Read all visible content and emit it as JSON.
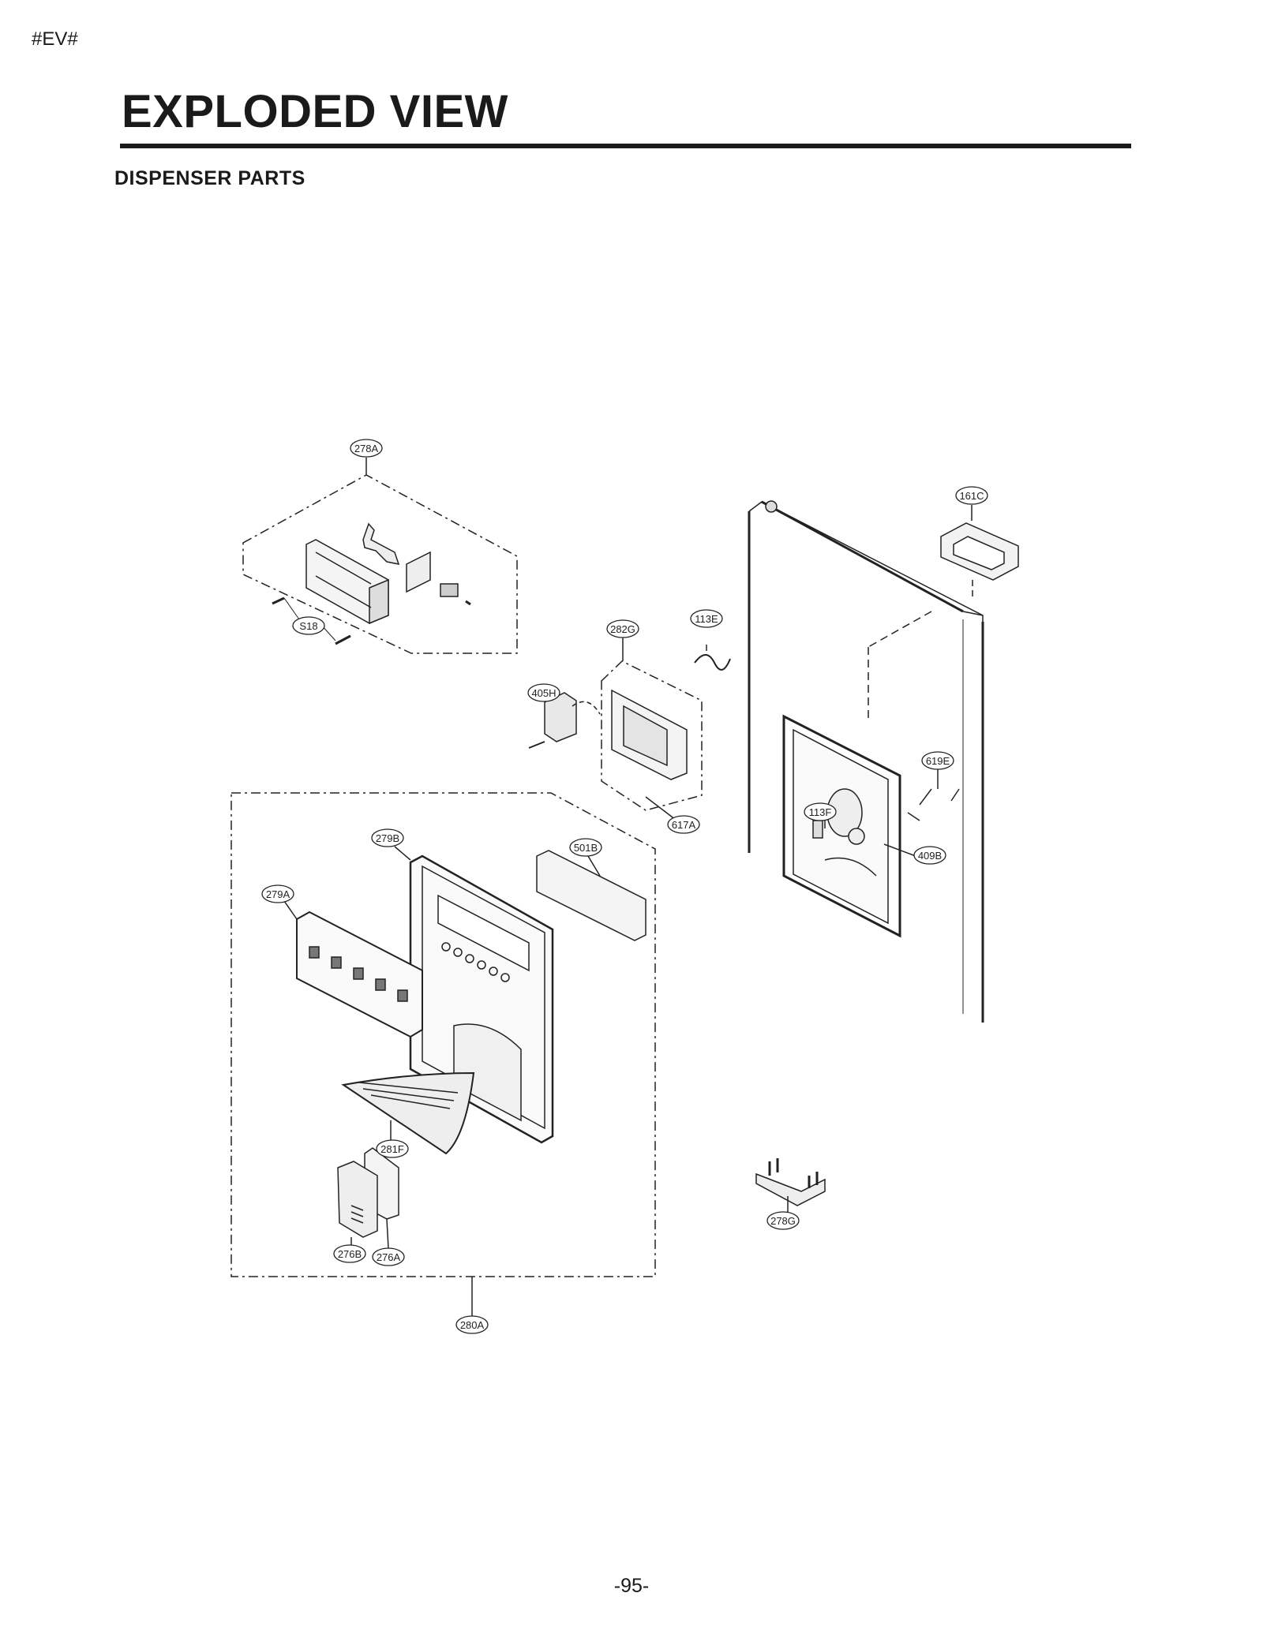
{
  "header": {
    "tag": "#EV#",
    "title": "EXPLODED VIEW",
    "section": "DISPENSER  PARTS"
  },
  "footer": {
    "page_number": "-95-"
  },
  "callouts": {
    "c278A": "278A",
    "c161C": "161C",
    "cS18": "S18",
    "c113E": "113E",
    "c282G": "282G",
    "c405H": "405H",
    "c619E": "619E",
    "c617A": "617A",
    "c113F": "113F",
    "c409B": "409B",
    "c279B": "279B",
    "c501B": "501B",
    "c279A": "279A",
    "c281F": "281F",
    "c276B": "276B",
    "c276A": "276A",
    "c278G": "278G",
    "c280A": "280A"
  }
}
